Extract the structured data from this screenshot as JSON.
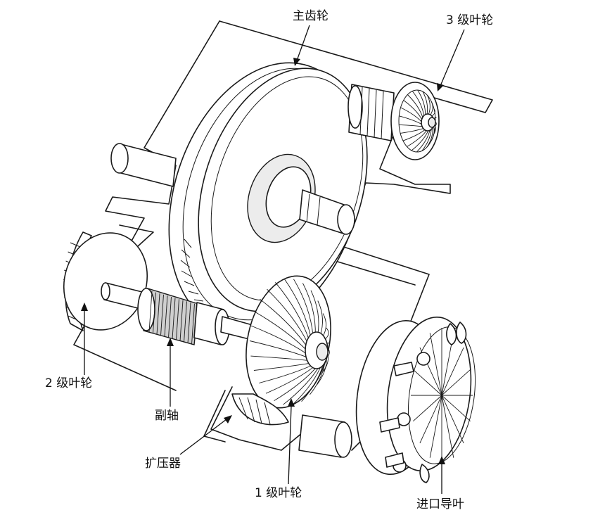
{
  "labels": {
    "main_gear": "主齿轮",
    "impeller_3": "3 级叶轮",
    "impeller_2": "2 级叶轮",
    "pinion_shaft": "副轴",
    "diffuser": "扩压器",
    "impeller_1": "1 级叶轮",
    "inlet_guide_vane": "进口导叶"
  }
}
